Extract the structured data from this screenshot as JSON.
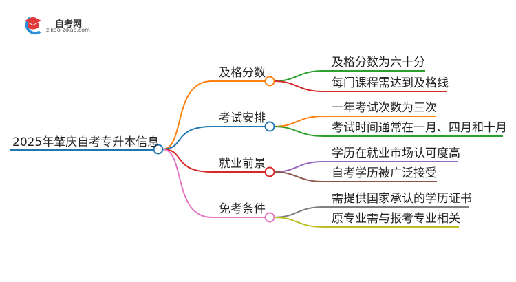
{
  "logo": {
    "name": "自考网",
    "url": "zikao-zikao.com"
  },
  "root": {
    "label": "2025年肇庆自考专升本信息",
    "color": "#1f77b4"
  },
  "branches": [
    {
      "label": "及格分数",
      "color": "#ff7f0e",
      "children": [
        {
          "label": "及格分数为六十分",
          "color": "#2ca02c"
        },
        {
          "label": "每门课程需达到及格线",
          "color": "#d62728"
        }
      ]
    },
    {
      "label": "考试安排",
      "color": "#1f77b4",
      "children": [
        {
          "label": "一年考试次数为三次",
          "color": "#ff7f0e"
        },
        {
          "label": "考试时间通常在一月、四月和十月",
          "color": "#2ca02c"
        }
      ]
    },
    {
      "label": "就业前景",
      "color": "#d62728",
      "children": [
        {
          "label": "学历在就业市场认可度高",
          "color": "#9467bd"
        },
        {
          "label": "自考学历被广泛接受",
          "color": "#8c564b"
        }
      ]
    },
    {
      "label": "免考条件",
      "color": "#e377c2",
      "children": [
        {
          "label": "需提供国家承认的学历证书",
          "color": "#7f7f7f"
        },
        {
          "label": "原专业需与报考专业相关",
          "color": "#bcbd22"
        }
      ]
    }
  ]
}
